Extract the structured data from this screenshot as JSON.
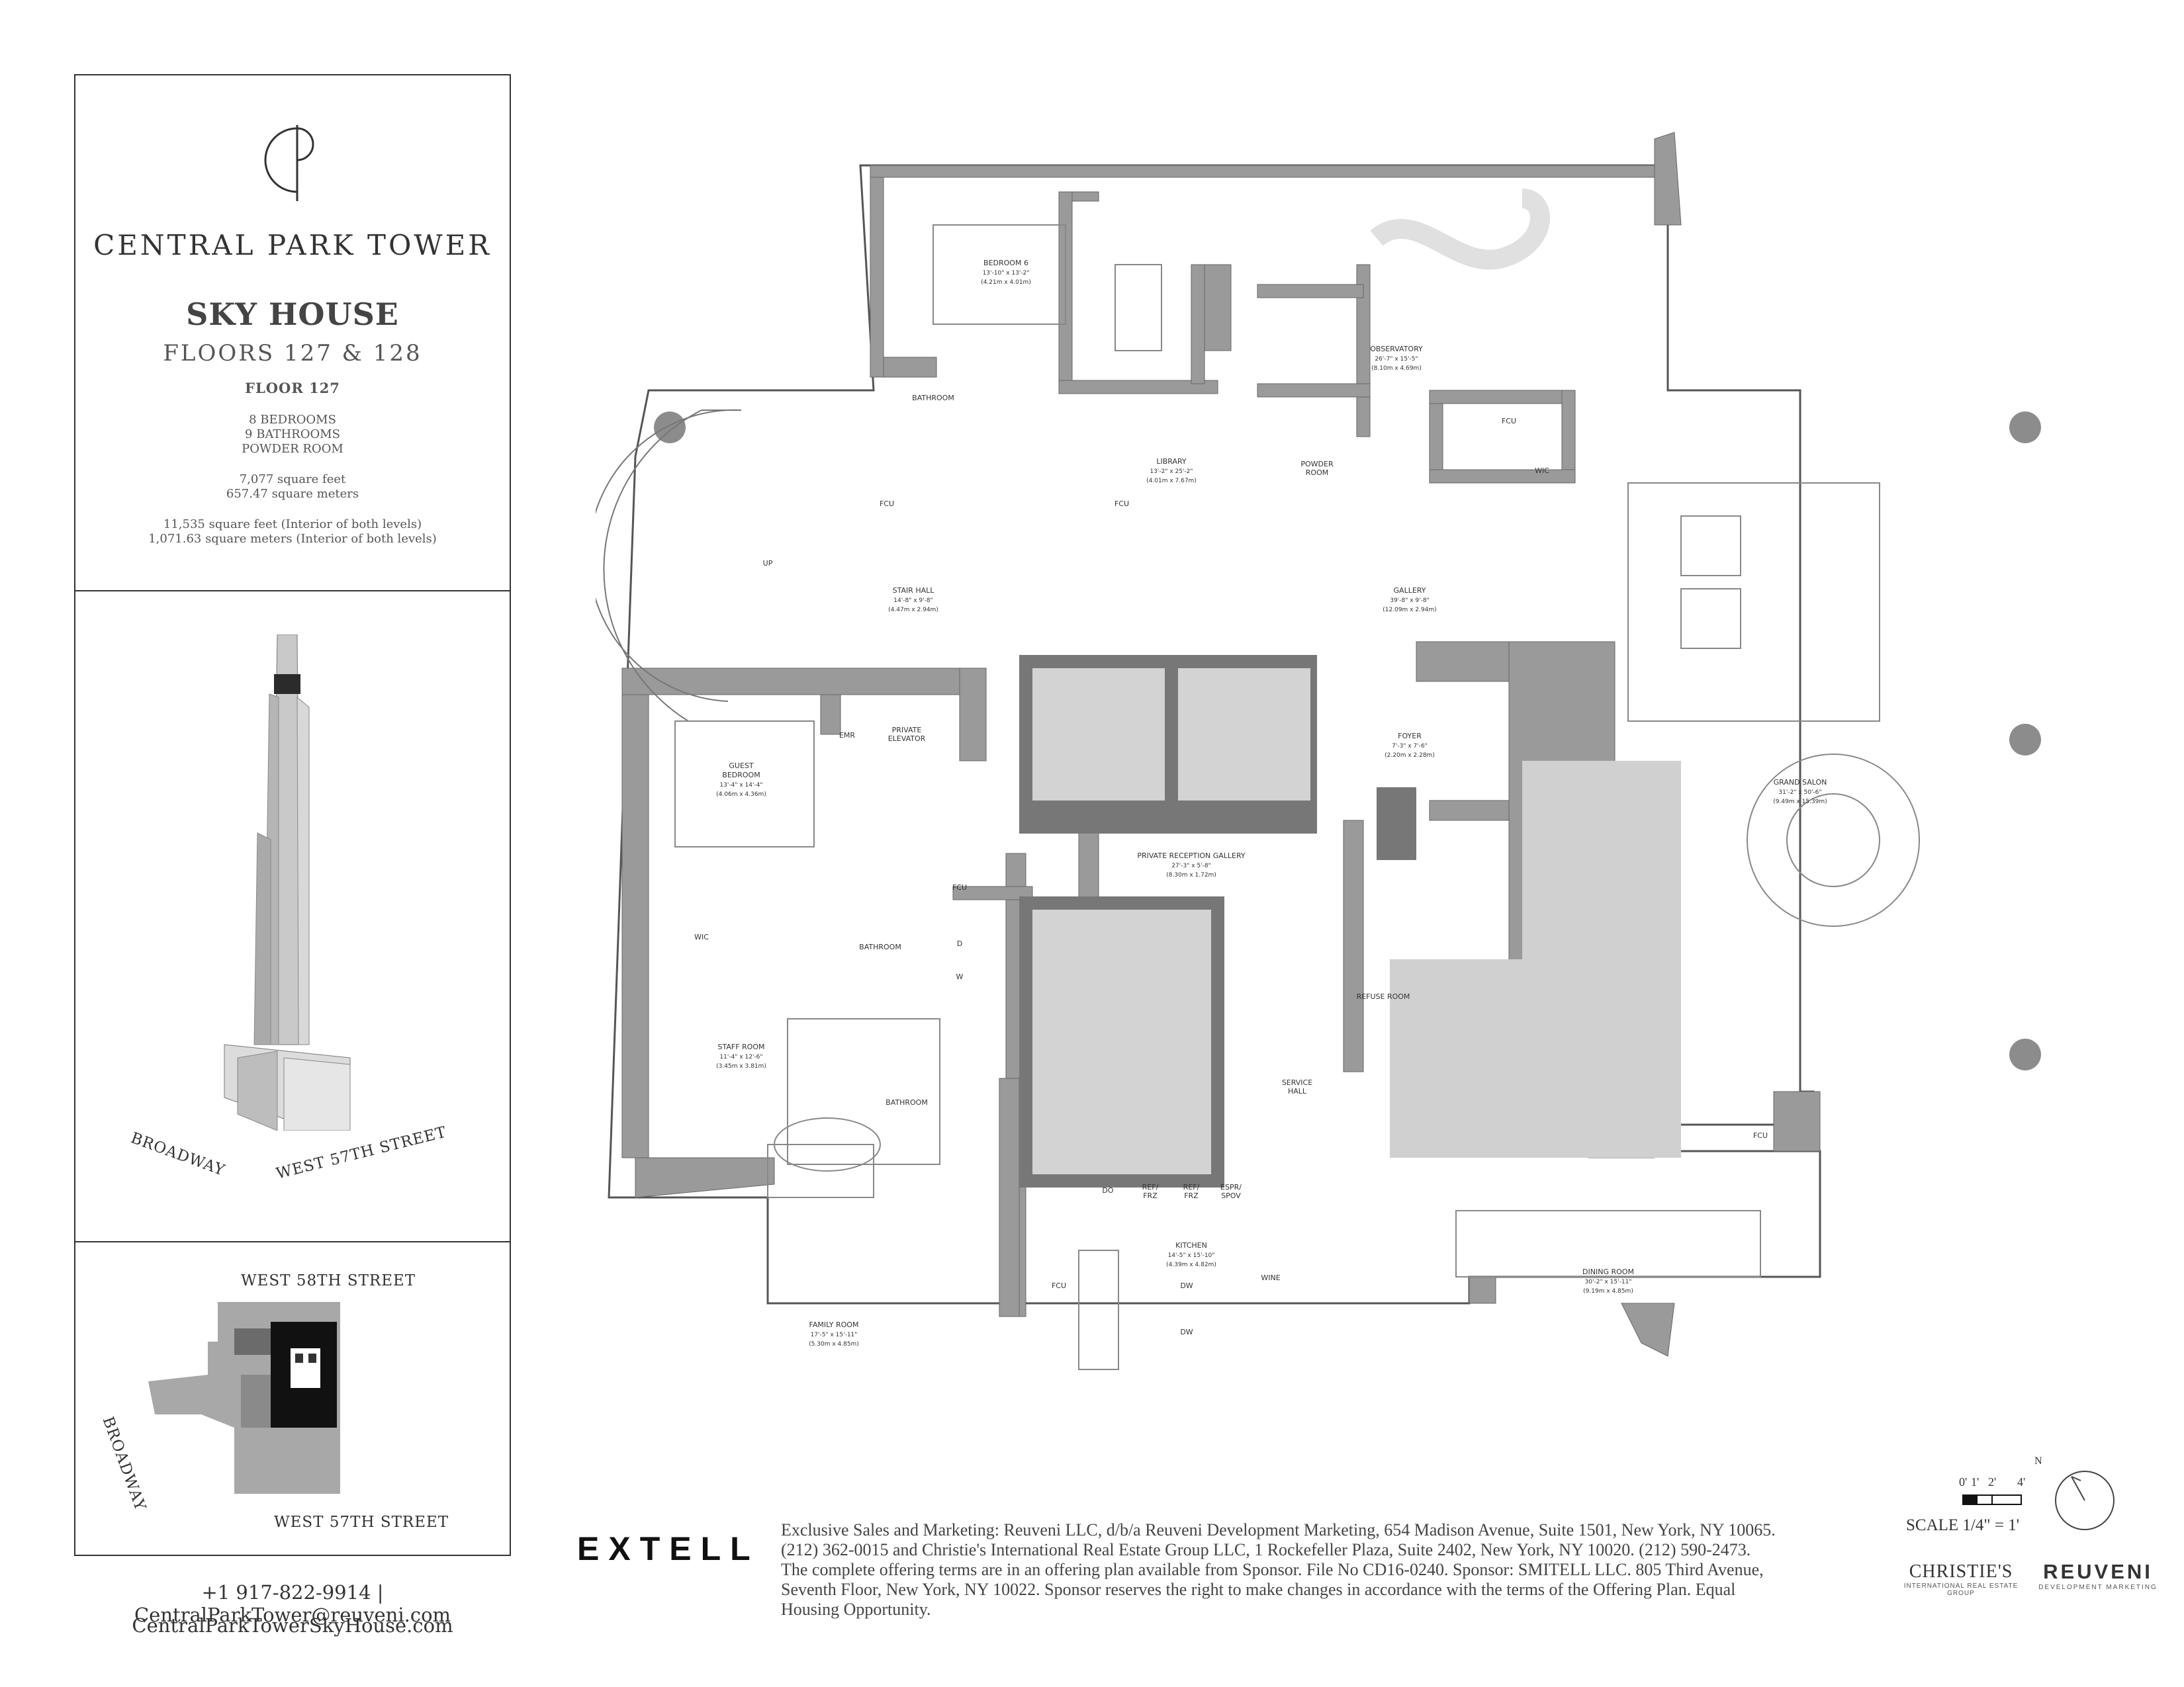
{
  "header": {
    "brand": "CENTRAL PARK TOWER",
    "residence": "SKY HOUSE",
    "floors": "FLOORS 127 & 128",
    "floor": "FLOOR 127",
    "bedrooms": "8 BEDROOMS",
    "bathrooms": "9 BATHROOMS",
    "powder": "POWDER ROOM",
    "sqft": "7,077 square feet",
    "sqm": "657.47 square meters",
    "total_sqft": "11,535 square feet (Interior of both levels)",
    "total_sqm": "1,071.63 square meters (Interior of both levels)"
  },
  "rendering": {
    "street_broadway": "BROADWAY",
    "street_57": "WEST 57TH STREET"
  },
  "site_map": {
    "north_street": "WEST 58TH STREET",
    "south_street": "WEST 57TH STREET",
    "west_street": "BROADWAY"
  },
  "contact": {
    "phone": "+1 917-822-9914",
    "email": "CentralParkTower@reuveni.com",
    "website": "CentralParkTowerSkyHouse.com",
    "separator": "|"
  },
  "footer": {
    "developer_logo": "EXTELL",
    "disclaimer_lines": [
      "Exclusive Sales and Marketing: Reuveni LLC, d/b/a Reuveni Development Marketing, 654 Madison Avenue, Suite 1501, New York, NY 10065.",
      "(212) 362-0015 and Christie's International Real Estate Group LLC, 1 Rockefeller Plaza, Suite 2402, New York, NY 10020. (212) 590-2473.",
      "The complete offering terms are in an offering plan available from Sponsor. File No CD16-0240. Sponsor: SMITELL LLC. 805 Third Avenue,",
      "Seventh Floor, New York, NY 10022. Sponsor reserves the right to make changes in accordance with the terms of the Offering Plan. Equal",
      "Housing Opportunity."
    ],
    "scale_ticks": [
      "0'",
      "1'",
      "2'",
      "4'"
    ],
    "scale_label": "SCALE 1/4\" = 1'",
    "north": "N",
    "christies": "CHRISTIE'S",
    "christies_sub": "INTERNATIONAL REAL ESTATE",
    "christies_sub2": "GROUP",
    "reuveni": "REUVENI",
    "reuveni_sub": "DEVELOPMENT MARKETING"
  },
  "rooms": {
    "bedroom6": {
      "name": "BEDROOM 6",
      "dim": "13'-10\" x 13'-2\"",
      "metric": "(4.21m x 4.01m)"
    },
    "library": {
      "name": "LIBRARY",
      "dim": "13'-2\" x 25'-2\"",
      "metric": "(4.01m x 7.67m)"
    },
    "observatory": {
      "name": "OBSERVATORY",
      "dim": "26'-7\" x 15'-5\"",
      "metric": "(8.10m x 4.69m)"
    },
    "stair_hall": {
      "name": "STAIR HALL",
      "dim": "14'-8\" x 9'-8\"",
      "metric": "(4.47m x 2.94m)"
    },
    "gallery": {
      "name": "GALLERY",
      "dim": "39'-8\" x 9'-8\"",
      "metric": "(12.09m x 2.94m)"
    },
    "guest_bedroom": {
      "name": "GUEST",
      "name2": "BEDROOM",
      "dim": "13'-4\" x 14'-4\"",
      "metric": "(4.06m x 4.36m)"
    },
    "staff_room": {
      "name": "STAFF ROOM",
      "dim": "11'-4\" x 12'-6\"",
      "metric": "(3.45m x 3.81m)"
    },
    "foyer": {
      "name": "FOYER",
      "dim": "7'-3\" x 7'-6\"",
      "metric": "(2.20m x 2.28m)"
    },
    "reception": {
      "name": "PRIVATE RECEPTION GALLERY",
      "dim": "27'-3\" x 5'-8\"",
      "metric": "(8.30m x 1.72m)"
    },
    "grand_salon": {
      "name": "GRAND SALON",
      "dim": "31'-2\" x 50'-6\"",
      "metric": "(9.49m x 15.39m)"
    },
    "kitchen": {
      "name": "KITCHEN",
      "dim": "14'-5\" x 15'-10\"",
      "metric": "(4.39m x 4.82m)"
    },
    "family_room": {
      "name": "FAMILY ROOM",
      "dim": "17'-5\" x 15'-11\"",
      "metric": "(5.30m x 4.85m)"
    },
    "dining_room": {
      "name": "DINING ROOM",
      "dim": "30'-2\" x 15'-11\"",
      "metric": "(9.19m x 4.85m)"
    }
  },
  "labels": {
    "bathroom": "BATHROOM",
    "fcu": "FCU",
    "wic": "WIC",
    "powder": "POWDER",
    "room": "ROOM",
    "up": "UP",
    "emr": "EMR",
    "private": "PRIVATE",
    "elevator": "ELEVATOR",
    "d": "D",
    "w": "W",
    "refuse_room": "REFUSE ROOM",
    "service": "SERVICE",
    "hall": "HALL",
    "do": "DO",
    "ref": "REF/",
    "frz": "FRZ",
    "espr": "ESPR/",
    "spov": "SPOV",
    "dw": "DW",
    "wine": "WINE"
  }
}
